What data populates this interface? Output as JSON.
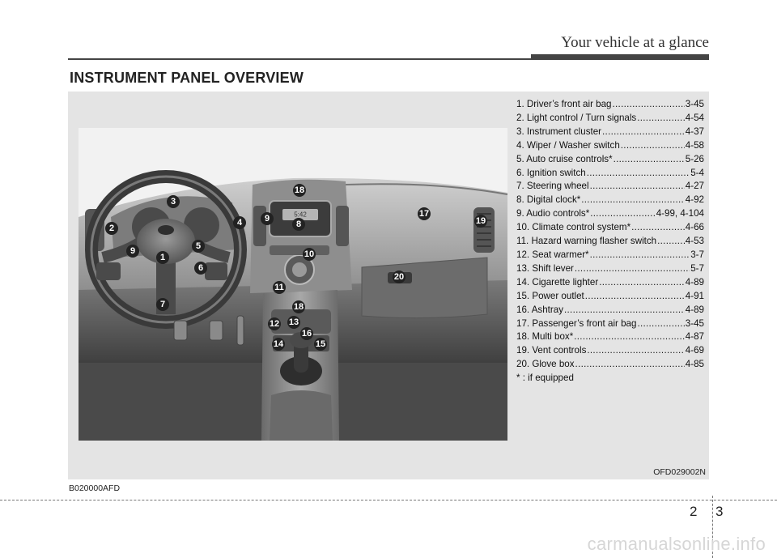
{
  "header": {
    "title": "Your vehicle at a glance"
  },
  "section": {
    "title": "INSTRUMENT PANEL OVERVIEW"
  },
  "legend": {
    "items": [
      {
        "label": "1. Driver’s front air bag",
        "page": "3-45"
      },
      {
        "label": "2. Light control / Turn signals",
        "page": "4-54"
      },
      {
        "label": "3. Instrument cluster",
        "page": "4-37"
      },
      {
        "label": "4. Wiper / Washer switch",
        "page": "4-58"
      },
      {
        "label": "5. Auto cruise controls*",
        "page": "5-26"
      },
      {
        "label": "6. Ignition switch",
        "page": "5-4"
      },
      {
        "label": "7. Steering wheel",
        "page": "4-27"
      },
      {
        "label": "8. Digital clock*",
        "page": "4-92"
      },
      {
        "label": "9. Audio controls*",
        "page": "4-99, 4-104"
      },
      {
        "label": "10. Climate control system*",
        "page": "4-66"
      },
      {
        "label": "11. Hazard warning flasher switch",
        "page": "4-53"
      },
      {
        "label": "12. Seat warmer*",
        "page": "3-7"
      },
      {
        "label": "13. Shift lever",
        "page": "5-7"
      },
      {
        "label": "14. Cigarette lighter",
        "page": "4-89"
      },
      {
        "label": "15. Power outlet",
        "page": "4-91"
      },
      {
        "label": "16. Ashtray",
        "page": "4-89"
      },
      {
        "label": "17. Passenger’s front air bag",
        "page": "3-45"
      },
      {
        "label": "18. Multi box*",
        "page": "4-87"
      },
      {
        "label": "19. Vent controls",
        "page": "4-69"
      },
      {
        "label": "20. Glove box",
        "page": "4-85"
      }
    ],
    "note": "* : if equipped"
  },
  "figure": {
    "image_code": "OFD029002N",
    "markers": [
      {
        "id": "m1",
        "num": "1"
      },
      {
        "id": "m2",
        "num": "2"
      },
      {
        "id": "m3",
        "num": "3"
      },
      {
        "id": "m4",
        "num": "4"
      },
      {
        "id": "m5",
        "num": "5"
      },
      {
        "id": "m6",
        "num": "6"
      },
      {
        "id": "m7",
        "num": "7"
      },
      {
        "id": "m8",
        "num": "8"
      },
      {
        "id": "m9a",
        "num": "9"
      },
      {
        "id": "m9b",
        "num": "9"
      },
      {
        "id": "m10",
        "num": "10"
      },
      {
        "id": "m11",
        "num": "11"
      },
      {
        "id": "m12",
        "num": "12"
      },
      {
        "id": "m13",
        "num": "13"
      },
      {
        "id": "m14",
        "num": "14"
      },
      {
        "id": "m15",
        "num": "15"
      },
      {
        "id": "m16",
        "num": "16"
      },
      {
        "id": "m17",
        "num": "17"
      },
      {
        "id": "m18a",
        "num": "18"
      },
      {
        "id": "m18b",
        "num": "18"
      },
      {
        "id": "m19",
        "num": "19"
      },
      {
        "id": "m20",
        "num": "20"
      }
    ],
    "clock_display": "5:42"
  },
  "footer": {
    "doc_code": "B020000AFD",
    "chapter": "2",
    "page": "3",
    "watermark": "carmanualsonline.info"
  },
  "colors": {
    "marker_fill": "#222222",
    "panel_bg": "#e4e4e4",
    "rule": "#444444"
  }
}
